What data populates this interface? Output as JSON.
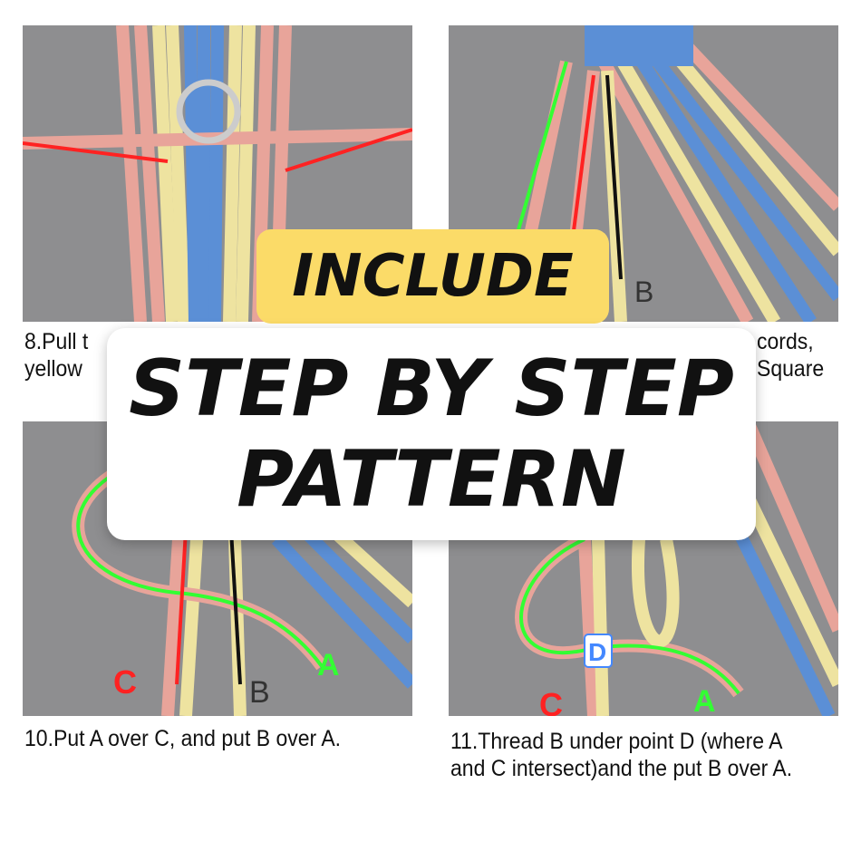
{
  "steps": [
    {
      "caption_line1": "8.Pull t",
      "caption_line2": "yellow"
    },
    {
      "caption_line1": "cords,",
      "caption_line2": "Square",
      "label": "B"
    },
    {
      "caption": "10.Put A over C, and put B over A.",
      "labels": [
        "C",
        "B",
        "A"
      ]
    },
    {
      "caption": "11.Thread B under point D (where A and C intersect)and the put B over A.",
      "labels": [
        "D",
        "C",
        "A"
      ]
    }
  ],
  "badge": "INCLUDE",
  "headline_line1": "STEP BY STEP",
  "headline_line2": "PATTERN",
  "colors": {
    "pink": "#e8a49a",
    "yellow": "#eee3a0",
    "blue": "#5b8fd6",
    "badge": "#fbdb68",
    "felt": "#8e8e90"
  }
}
